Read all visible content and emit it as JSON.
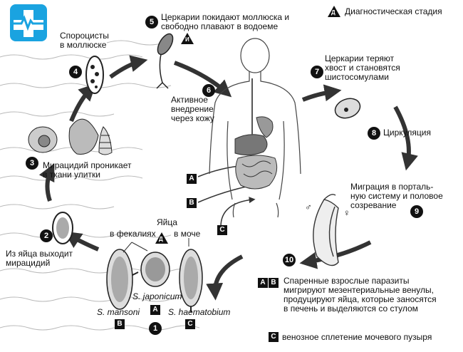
{
  "logo": {
    "icon": "medical-cross-icon",
    "color": "#19a3e0"
  },
  "legend": {
    "diagnostic_symbol": "Д",
    "diagnostic_label": "Диагностическая стадия"
  },
  "steps": {
    "s1": {
      "num": "1"
    },
    "s2": {
      "num": "2",
      "text": "Из яйца выходит\nмирацидий"
    },
    "s3": {
      "num": "3",
      "text": "Мирацидий проникает\nв ткани улитки"
    },
    "s4": {
      "num": "4",
      "text": "Спороцисты\nв моллюске"
    },
    "s5": {
      "num": "5",
      "text": "Церкарии покидают моллюска и\nсвободно плавают в водоеме",
      "badge": "И"
    },
    "s6": {
      "num": "6",
      "text": "Активное\nвнедрение\nчерез кожу"
    },
    "s7": {
      "num": "7",
      "text": "Церкарии теряют\nхвост и становятся\nшистосомулами"
    },
    "s8": {
      "num": "8",
      "text": "Циркуляция"
    },
    "s9": {
      "num": "9",
      "text": "Миграция в порталь-\nную систему и половое\nсозревание"
    },
    "s10": {
      "num": "10",
      "text": "Спаренные взрослые паразиты\nмигрируют мезентериальные венулы,\nпродуцируют яйца, которые заносятся\nв печень и выделяются со стулом"
    }
  },
  "eggs": {
    "title": "Яйца",
    "in_feces": "в фекалиях",
    "in_urine": "в моче",
    "diag": "Д",
    "mansoni": "S. mansoni",
    "japonicum": "S. japonicum",
    "haematobium": "S. haematobium",
    "label_a": "A",
    "label_b": "B",
    "label_c": "C"
  },
  "routes": {
    "a": "A",
    "b": "B",
    "c": "C",
    "c_text": "венозное сплетение мочевого пузыря"
  },
  "sex": {
    "male": "♂",
    "female": "♀"
  }
}
